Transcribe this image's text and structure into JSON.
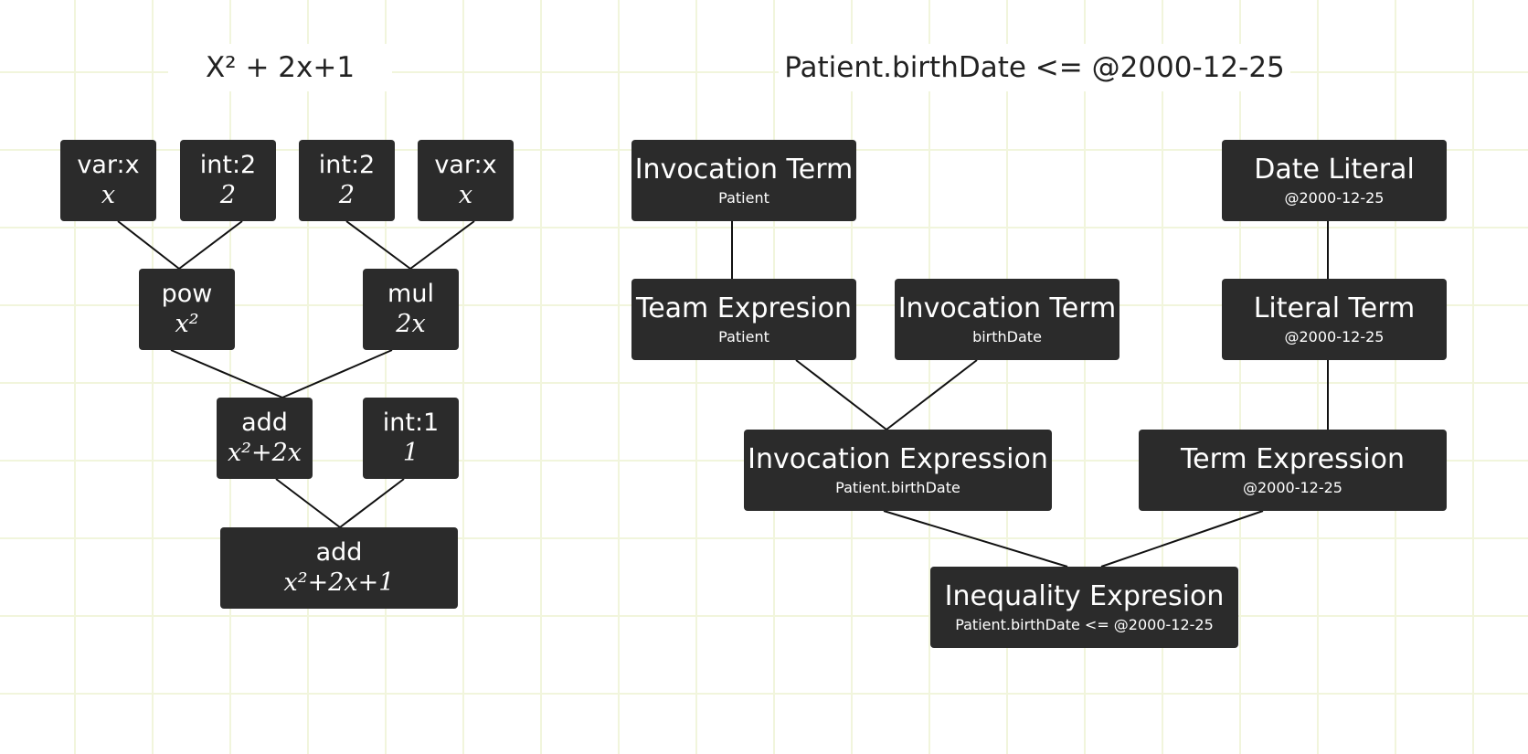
{
  "diagrams": {
    "expression_tree": {
      "title": "X² + 2x+1",
      "nodes": [
        {
          "id": "varx1",
          "label": "var:x",
          "value": "x"
        },
        {
          "id": "int2a",
          "label": "int:2",
          "value": "2"
        },
        {
          "id": "int2b",
          "label": "int:2",
          "value": "2"
        },
        {
          "id": "varx2",
          "label": "var:x",
          "value": "x"
        },
        {
          "id": "pow",
          "label": "pow",
          "value": "x²"
        },
        {
          "id": "mul",
          "label": "mul",
          "value": "2x"
        },
        {
          "id": "add1",
          "label": "add",
          "value": "x²+2x"
        },
        {
          "id": "int1",
          "label": "int:1",
          "value": "1"
        },
        {
          "id": "add2",
          "label": "add",
          "value": "x²+2x+1"
        }
      ]
    },
    "fhirpath_tree": {
      "title": "Patient.birthDate <= @2000-12-25",
      "nodes": [
        {
          "id": "inv_term1",
          "label": "Invocation Term",
          "value": "Patient"
        },
        {
          "id": "date_lit",
          "label": "Date Literal",
          "value": "@2000-12-25"
        },
        {
          "id": "team_expr",
          "label": "Team Expresion",
          "value": "Patient"
        },
        {
          "id": "inv_term2",
          "label": "Invocation Term",
          "value": "birthDate"
        },
        {
          "id": "lit_term",
          "label": "Literal Term",
          "value": "@2000-12-25"
        },
        {
          "id": "inv_expr",
          "label": "Invocation Expression",
          "value": "Patient.birthDate"
        },
        {
          "id": "term_expr",
          "label": "Term Expression",
          "value": "@2000-12-25"
        },
        {
          "id": "ineq_expr",
          "label": "Inequality Expresion",
          "value": "Patient.birthDate <= @2000-12-25"
        }
      ]
    }
  },
  "colors": {
    "node_fill": "#2b2b2b",
    "node_text": "#ffffff",
    "connector": "#111111",
    "grid": "#f1f5dc",
    "title_text": "#222222"
  }
}
